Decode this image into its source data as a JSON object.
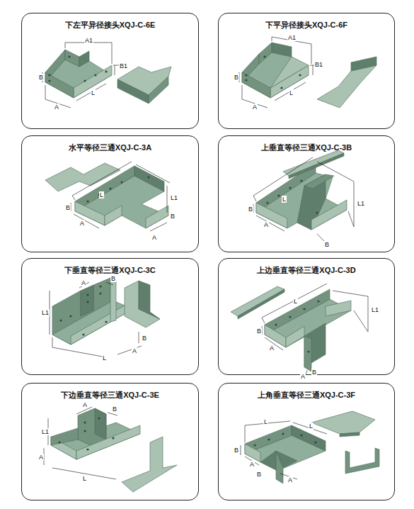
{
  "diagram": {
    "nodes": [
      {
        "text": [
          "下左平异径接头XQJ-C-6E"
        ]
      },
      {
        "text": [
          "下平异径接头XQJ-C-6F"
        ]
      },
      {
        "text": [
          "水平等径三通XQJ-C-3A"
        ]
      },
      {
        "text": [
          "上垂直等径三通XQJ-C-3B"
        ]
      },
      {
        "text": [
          "下垂直等径三通XQJ-C-3C"
        ]
      },
      {
        "text": [
          "上边垂直等径三通XQJ-C-3D"
        ]
      },
      {
        "text": [
          "下边垂直等径三通XQJ-C-3E"
        ]
      },
      {
        "text": [
          "上角垂直等径三通XQJ-C-3F"
        ]
      }
    ],
    "labels": [
      "A1",
      "B1",
      "B",
      "A",
      "L",
      "A1",
      "B1",
      "B",
      "A",
      "L",
      "L",
      "L1",
      "B",
      "A",
      "B",
      "A",
      "L",
      "L1",
      "B",
      "A",
      "B",
      "A",
      "B",
      "L1",
      "B",
      "L",
      "A",
      "L",
      "L1",
      "B",
      "A",
      "B",
      "A",
      "A",
      "B",
      "L1",
      "A",
      "L",
      "L",
      "L",
      "B",
      "A",
      "A",
      "B"
    ]
  }
}
